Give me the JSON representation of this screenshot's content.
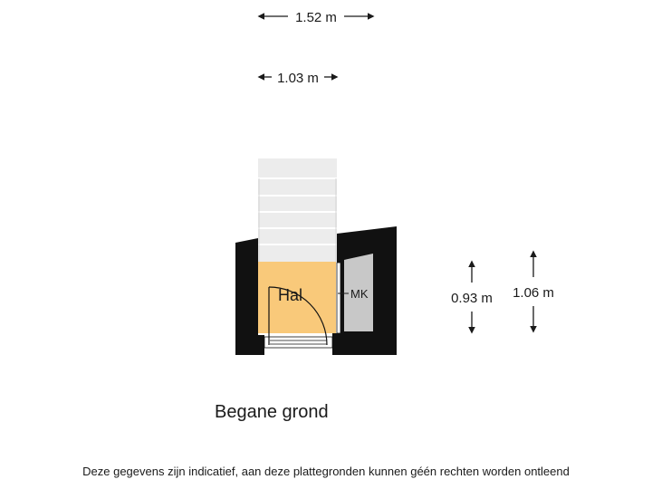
{
  "dimensions": {
    "top_width": "1.52 m",
    "inner_width": "1.03 m",
    "right_inner_height": "0.93 m",
    "right_outer_height": "1.06 m"
  },
  "rooms": {
    "hall": "Hal",
    "meter_cupboard": "MK"
  },
  "floor_title": "Begane grond",
  "disclaimer": "Deze gegevens zijn indicatief, aan deze plattegronden kunnen géén rechten worden ontleend",
  "colors": {
    "wall": "#111111",
    "hall_floor": "#f9c97a",
    "cupboard_floor": "#c8c8c8",
    "stairs": "#ececec",
    "stair_lines": "#ffffff"
  }
}
